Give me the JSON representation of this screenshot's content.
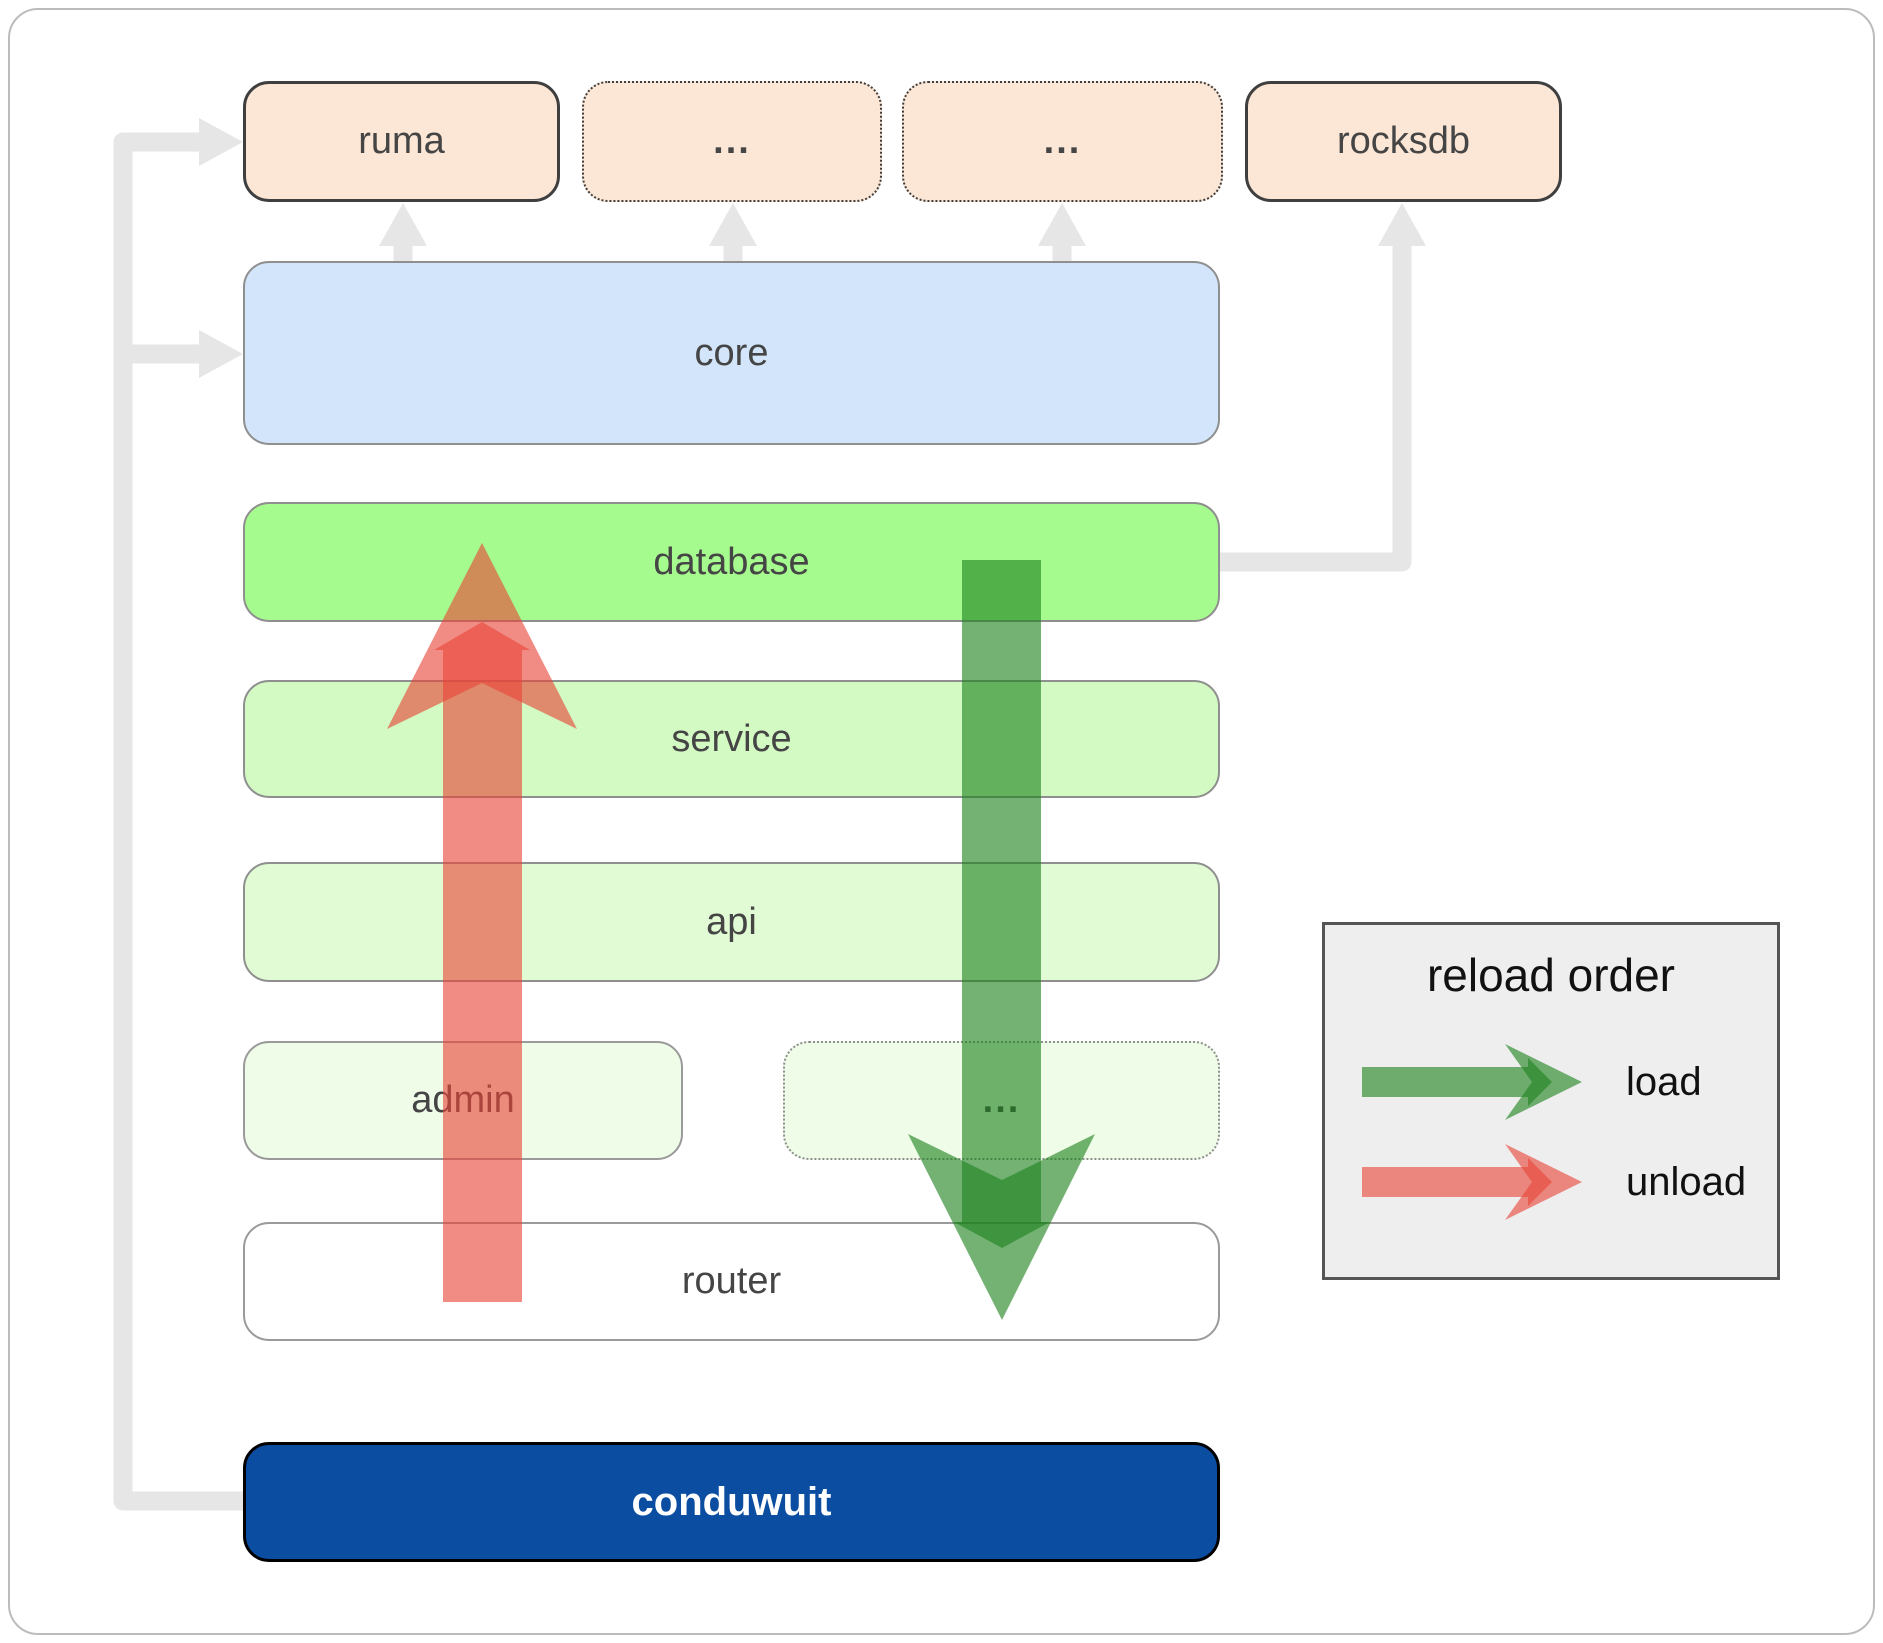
{
  "nodes": {
    "ruma": "ruma",
    "ellipsis_a": "...",
    "ellipsis_b": "...",
    "rocksdb": "rocksdb",
    "core": "core",
    "database": "database",
    "service": "service",
    "api": "api",
    "admin": "admin",
    "ellipsis_c": "...",
    "router": "router",
    "conduwuit": "conduwuit"
  },
  "legend": {
    "title": "reload order",
    "items": [
      {
        "label": "load",
        "color": "#1E821E"
      },
      {
        "label": "unload",
        "color": "#E84639"
      }
    ]
  },
  "colors": {
    "load_arrow": "#1E821E",
    "unload_arrow": "#E84639",
    "connector": "#E6E6E6",
    "peach": "#FCE6D5",
    "blue": "#D2E5FA",
    "green_bright": "#A5FB8D",
    "green_light": "#D3FAC2",
    "green_lighter": "#E1FBD5",
    "green_faint": "#EFFCE8",
    "white": "#FFFFFF",
    "navy": "#0B4DA1",
    "legend_bg": "#EEEEEE"
  }
}
